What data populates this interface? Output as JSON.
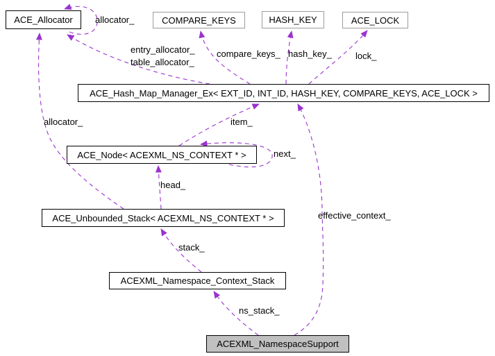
{
  "diagram": {
    "type": "doxygen-collaboration-graph",
    "colors": {
      "edge": "#9a32cd",
      "node_border": "#000000",
      "node_border_undocumented": "#9c9c9c",
      "focus_node_fill": "#c0c0c0",
      "background": "#ffffff"
    },
    "nodes": {
      "ace_allocator": {
        "label": "ACE_Allocator"
      },
      "compare_keys": {
        "label": "COMPARE_KEYS"
      },
      "hash_key": {
        "label": "HASH_KEY"
      },
      "ace_lock": {
        "label": "ACE_LOCK"
      },
      "hash_map": {
        "label": "ACE_Hash_Map_Manager_Ex< EXT_ID, INT_ID, HASH_KEY, COMPARE_KEYS, ACE_LOCK >"
      },
      "ace_node": {
        "label": "ACE_Node< ACEXML_NS_CONTEXT * >"
      },
      "unbounded_stack": {
        "label": "ACE_Unbounded_Stack< ACEXML_NS_CONTEXT * >"
      },
      "context_stack": {
        "label": "ACEXML_Namespace_Context_Stack"
      },
      "namespace_support": {
        "label": "ACEXML_NamespaceSupport"
      }
    },
    "edge_labels": {
      "allocator_self": "allocator_",
      "entry_allocator": "entry_allocator_",
      "table_allocator": "table_allocator_",
      "compare_keys": "compare_keys_",
      "hash_key": "hash_key_",
      "lock": "lock_",
      "allocator_left": "allocator_",
      "item": "item_",
      "next": "next_",
      "head": "head_",
      "stack": "stack_",
      "effective_context": "effective_context_",
      "ns_stack": "ns_stack_"
    }
  }
}
